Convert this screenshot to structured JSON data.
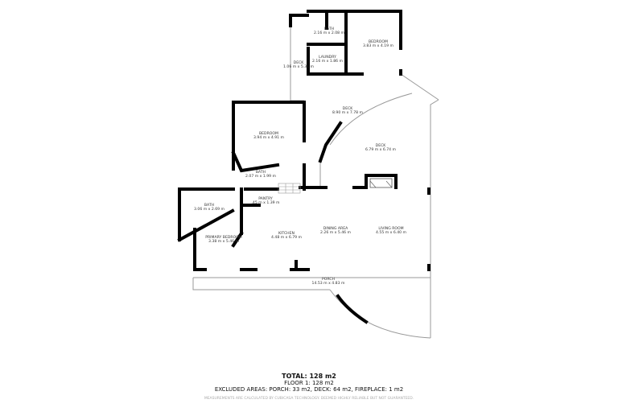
{
  "rooms": [
    {
      "name": "BATH",
      "dims": "2.16 m x 2.08 m"
    },
    {
      "name": "BEDROOM",
      "dims": "3.83 m x 4.19 m"
    },
    {
      "name": "LAUNDRY",
      "dims": "2.16 m x 1.86 m"
    },
    {
      "name": "DECK",
      "dims": "1.06 m x 5.31 m"
    },
    {
      "name": "DECK",
      "dims": "8.90 m x 7.78 m"
    },
    {
      "name": "BEDROOM",
      "dims": "3.94 m x 4.91 m"
    },
    {
      "name": "DECK",
      "dims": "6.79 m x 6.74 m"
    },
    {
      "name": "BATH",
      "dims": "2.07 m x 1.99 m"
    },
    {
      "name": "PANTRY",
      "dims": ".45 m x 1.39 m"
    },
    {
      "name": "BATH",
      "dims": "3.06 m x 2.69 m"
    },
    {
      "name": "KITCHEN",
      "dims": "4.48 m x 6.79 m"
    },
    {
      "name": "DINING AREA",
      "dims": "2.26 m x 5.46 m"
    },
    {
      "name": "LIVING ROOM",
      "dims": "4.55 m x 6.40 m"
    },
    {
      "name": "PRIMARY BEDROOM",
      "dims": "3.38 m x 5.46 m"
    },
    {
      "name": "PORCH",
      "dims": "14.53 m x 4.83 m"
    }
  ],
  "summary": {
    "total": "TOTAL: 128 m2",
    "floor": "FLOOR 1: 128 m2",
    "excluded": "EXCLUDED AREAS: PORCH: 33 m2, DECK: 64 m2, FIREPLACE: 1 m2",
    "disclaimer": "MEASUREMENTS ARE CALCULATED BY CUBICASA TECHNOLOGY. DEEMED HIGHLY RELIABLE BUT NOT GUARANTEED."
  }
}
